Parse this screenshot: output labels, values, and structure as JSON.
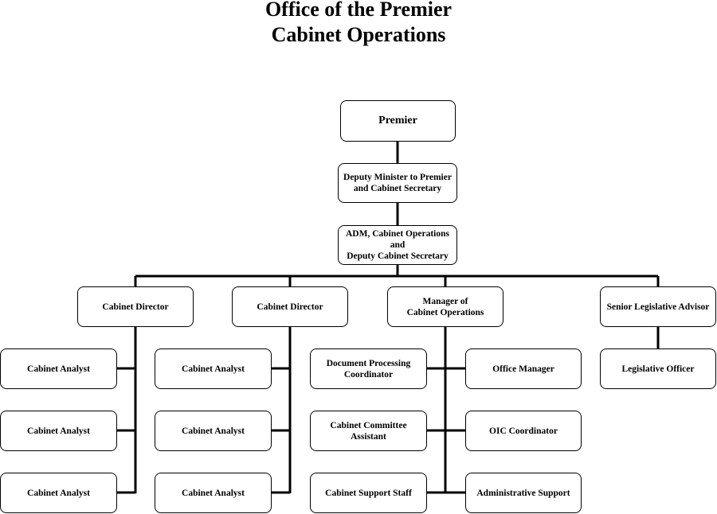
{
  "title_line1": "Office of the Premier",
  "title_line2": "Cabinet Operations",
  "nodes": {
    "premier": "Premier",
    "deputy_minister": [
      "Deputy Minister to Premier",
      "and Cabinet Secretary"
    ],
    "adm": [
      "ADM, Cabinet Operations",
      "and",
      "Deputy Cabinet Secretary"
    ],
    "cabinet_director_1": "Cabinet Director",
    "cabinet_director_2": "Cabinet Director",
    "manager_cabinet_ops": [
      "Manager of",
      "Cabinet Operations"
    ],
    "senior_legislative_advisor": "Senior Legislative Advisor",
    "analyst_1a": "Cabinet Analyst",
    "analyst_1b": "Cabinet Analyst",
    "analyst_1c": "Cabinet Analyst",
    "analyst_2a": "Cabinet Analyst",
    "analyst_2b": "Cabinet Analyst",
    "analyst_2c": "Cabinet Analyst",
    "document_processing": [
      "Document Processing",
      "Coordinator"
    ],
    "cabinet_committee_assistant": [
      "Cabinet Committee",
      "Assistant"
    ],
    "cabinet_support_staff": "Cabinet Support Staff",
    "office_manager": "Office Manager",
    "oic_coordinator": "OIC Coordinator",
    "administrative_support": "Administrative Support",
    "legislative_officer": "Legislative Officer"
  }
}
